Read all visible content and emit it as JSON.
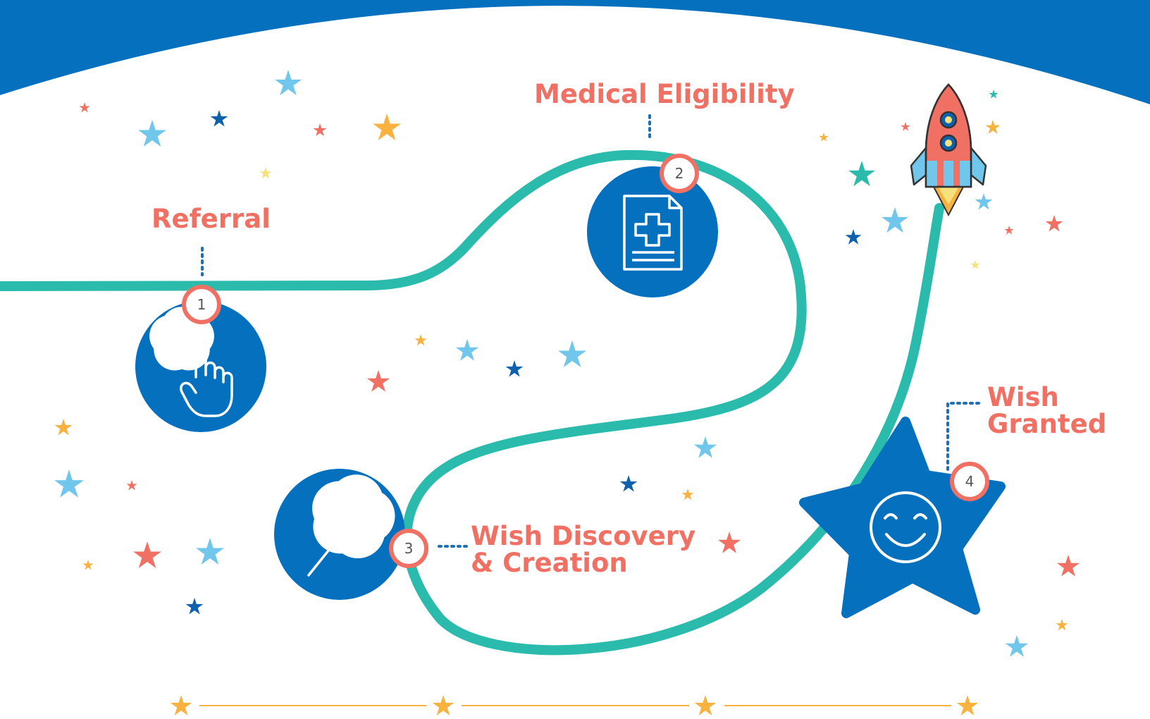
{
  "steps": [
    {
      "number": "1",
      "title": "Referral",
      "icon": "pointing-hand-with-star-icon"
    },
    {
      "number": "2",
      "title": "Medical Eligibility",
      "icon": "medical-document-icon"
    },
    {
      "number": "3",
      "title_line1": "Wish Discovery",
      "title_line2": "& Creation",
      "icon": "magic-wand-icon"
    },
    {
      "number": "4",
      "title_line1": "Wish",
      "title_line2": "Granted",
      "icon": "smiley-face-icon"
    }
  ],
  "colors": {
    "header_blue": "#0470BE",
    "path_teal": "#2BBBAD",
    "title_coral": "#F07064",
    "badge_ring": "#F07064",
    "dotted_line": "#1F6FB5",
    "star_orange": "#F9B240",
    "star_light_blue": "#71C6EC",
    "star_navy": "#0E62AD",
    "star_yellow": "#F6E27D"
  },
  "decorations": [
    "rocket-icon",
    "stars",
    "header-arc-band",
    "footer-star-divider"
  ]
}
